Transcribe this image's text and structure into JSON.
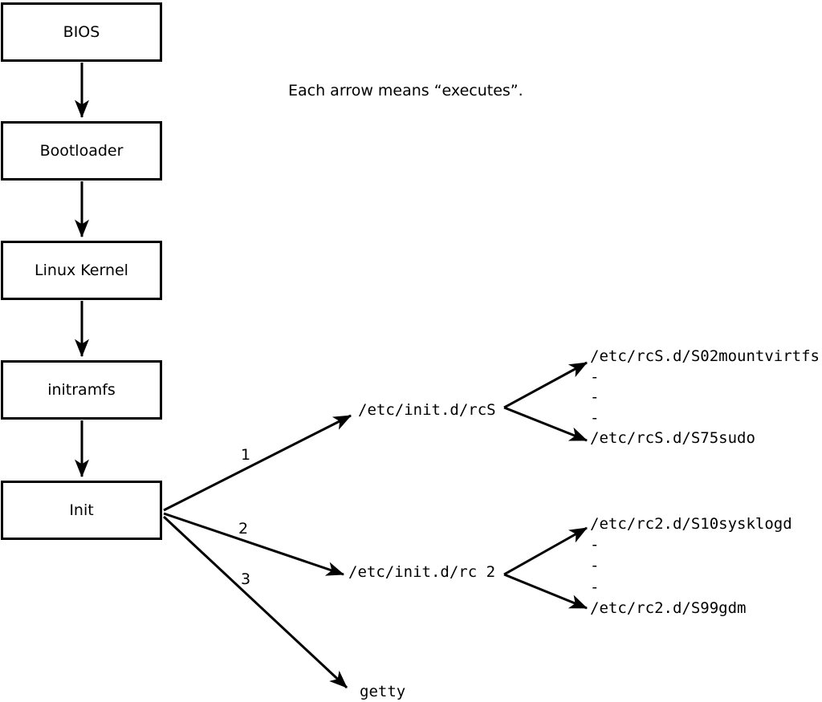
{
  "colors": {
    "foreground": "#000000",
    "background": "#ffffff"
  },
  "note": "Each arrow means “executes”.",
  "chain": [
    {
      "label": "BIOS"
    },
    {
      "label": "Bootloader"
    },
    {
      "label": "Linux Kernel"
    },
    {
      "label": "initramfs"
    },
    {
      "label": "Init"
    }
  ],
  "branches": [
    {
      "number": "1",
      "target": "/etc/init.d/rcS",
      "children": [
        "/etc/rcS.d/S02mountvirtfs",
        "-",
        "-",
        "-",
        "/etc/rcS.d/S75sudo"
      ]
    },
    {
      "number": "2",
      "target": "/etc/init.d/rc 2",
      "children": [
        "/etc/rc2.d/S10sysklogd",
        "-",
        "-",
        "-",
        "/etc/rc2.d/S99gdm"
      ]
    },
    {
      "number": "3",
      "target": "getty"
    }
  ]
}
